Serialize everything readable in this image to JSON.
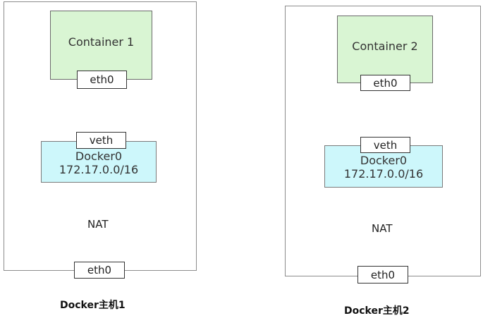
{
  "hosts": [
    {
      "caption": "Docker主机1",
      "container": {
        "label": "Container 1",
        "port": "eth0"
      },
      "bridge": {
        "port": "veth",
        "name": "Docker0",
        "subnet": "172.17.0.0/16"
      },
      "nat_label": "NAT",
      "host_port": "eth0"
    },
    {
      "caption": "Docker主机2",
      "container": {
        "label": "Container 2",
        "port": "eth0"
      },
      "bridge": {
        "port": "veth",
        "name": "Docker0",
        "subnet": "172.17.0.0/16"
      },
      "nat_label": "NAT",
      "host_port": "eth0"
    }
  ],
  "colors": {
    "container_fill": "#d9f5d3",
    "bridge_fill": "#cdf7fb",
    "border": "#6a6a6a"
  }
}
